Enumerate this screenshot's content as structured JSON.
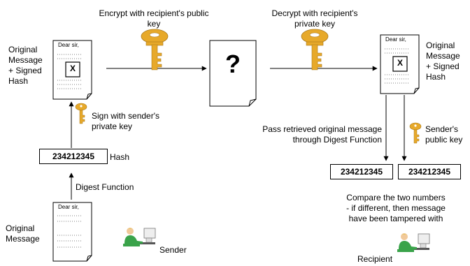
{
  "labels": {
    "encrypt": "Encrypt with recipient's public key",
    "decrypt": "Decrypt with recipient's private key",
    "orig_signed_left": [
      "Original",
      "Message",
      "+ Signed",
      "Hash"
    ],
    "orig_signed_right": [
      "Original",
      "Message",
      "+ Signed",
      "Hash"
    ],
    "sign_key": [
      "Sign with sender's",
      "private key"
    ],
    "hash_label": "Hash",
    "digest_function": "Digest Function",
    "original_message": [
      "Original",
      "Message"
    ],
    "sender": "Sender",
    "pass_retrieved": [
      "Pass retrieved original message",
      "through Digest Function"
    ],
    "senders_public_key": [
      "Sender's",
      "public key"
    ],
    "compare": [
      "Compare the two numbers",
      "- if different, then message",
      "have been tampered with"
    ],
    "recipient": "Recipient"
  },
  "documents": {
    "dear_sir": "Dear sir,",
    "signature_mark": "X",
    "question_mark": "?"
  },
  "hash_values": {
    "left": "234212345",
    "right1": "234212345",
    "right2": "234212345"
  },
  "colors": {
    "key": "#e7a92a",
    "person_shirt": "#3aa34a",
    "hair": "#e2c84f"
  }
}
